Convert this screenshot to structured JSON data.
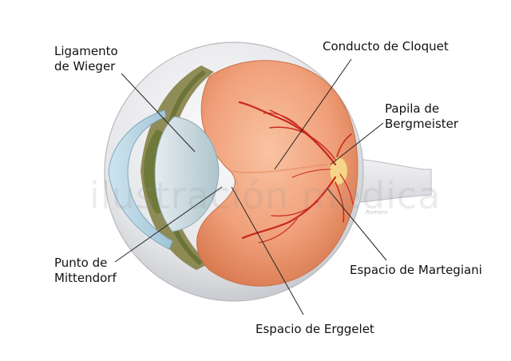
{
  "labels": {
    "ligamento": [
      "Ligamento",
      "de Wieger"
    ],
    "conducto": [
      "Conducto de Cloquet"
    ],
    "papila": [
      "Papila de",
      "Bergmeister"
    ],
    "punto": [
      "Punto de",
      "Mittendorf"
    ],
    "martegiani": [
      "Espacio de Martegiani"
    ],
    "erggelet": [
      "Espacio de Erggelet"
    ]
  },
  "watermark": "ilustración médica",
  "credit": "Romero",
  "colors": {
    "sclera": "#e9eaec",
    "vitreous": "#f2a27c",
    "lens": "#c9d9df",
    "cornea": "#bcd7e6",
    "vessels": "#c8281c",
    "leader_lines": "#222222"
  }
}
